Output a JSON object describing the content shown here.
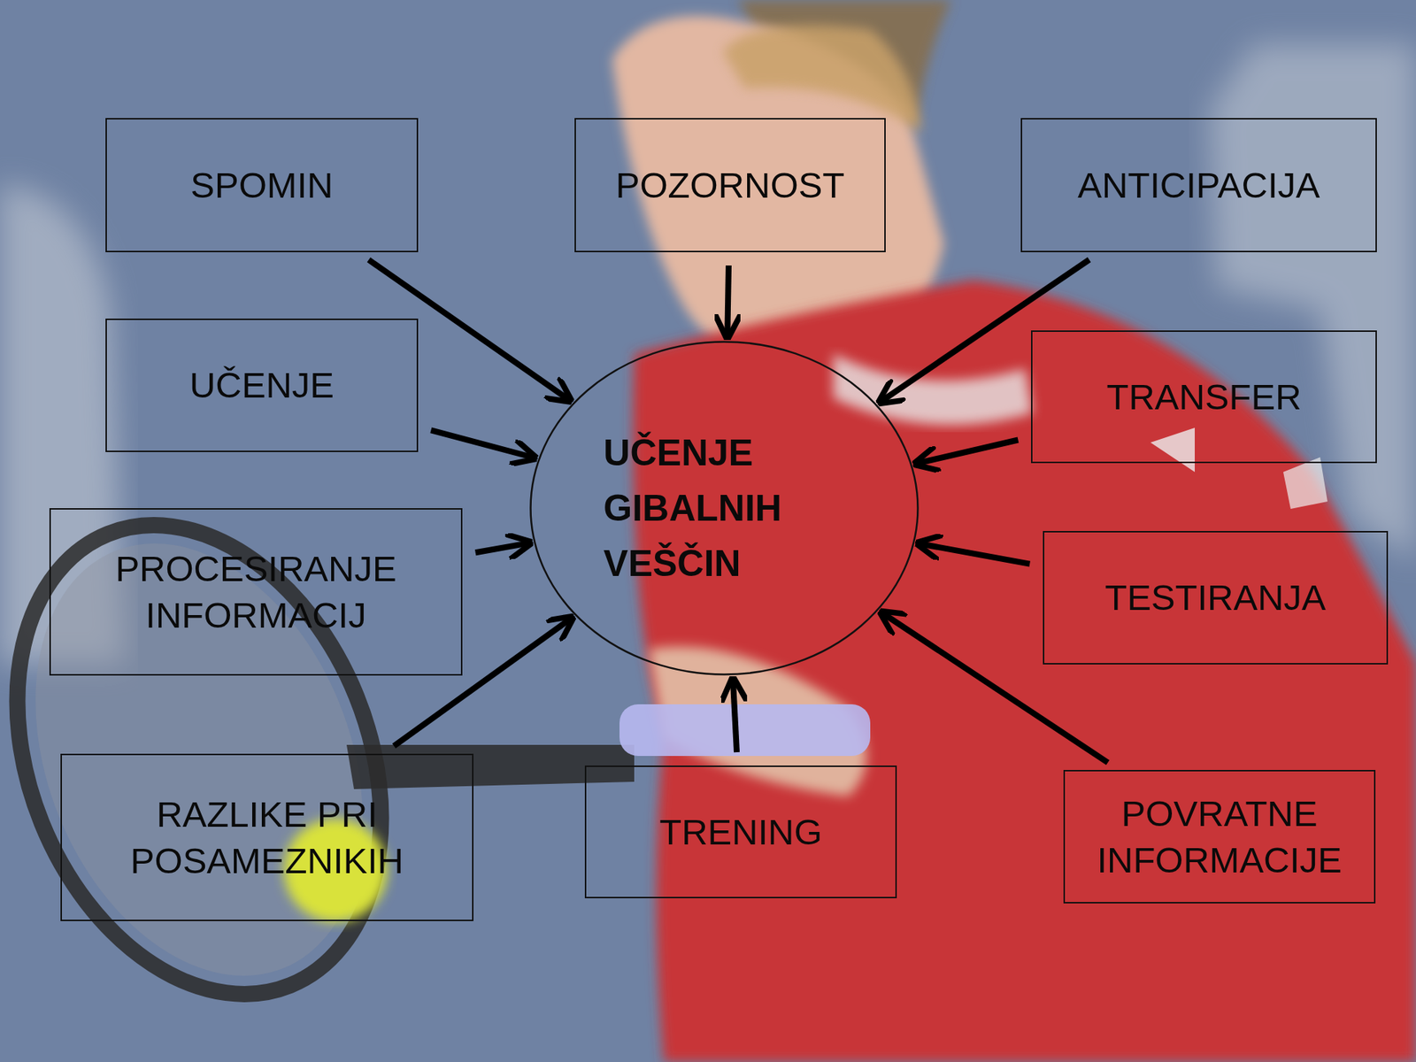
{
  "diagram": {
    "nodes": [
      {
        "text": [
          "SPOMIN"
        ]
      },
      {
        "text": [
          "POZORNOST"
        ]
      },
      {
        "text": [
          "ANTICIPACIJA"
        ]
      },
      {
        "text": [
          "UČENJE"
        ]
      },
      {
        "text": [
          "UČENJE GIBALNIH VEŠČIN"
        ]
      },
      {
        "text": [
          "TRANSFER"
        ]
      },
      {
        "text": [
          "PROCESIRANJE INFORMACIJ"
        ]
      },
      {
        "text": [
          "TESTIRANJA"
        ]
      },
      {
        "text": [
          "RAZLIKE PRI POSAMEZNIKIH"
        ]
      },
      {
        "text": [
          "TRENING"
        ]
      },
      {
        "text": [
          "POVRATNE INFORMACIJE"
        ]
      }
    ],
    "edges": [
      {
        "from": 0,
        "to": 4,
        "arrow": "to"
      },
      {
        "from": 1,
        "to": 4,
        "arrow": "to"
      },
      {
        "from": 2,
        "to": 4,
        "arrow": "to"
      },
      {
        "from": 3,
        "to": 4,
        "arrow": "to"
      },
      {
        "from": 5,
        "to": 4,
        "arrow": "to"
      },
      {
        "from": 6,
        "to": 4,
        "arrow": "to"
      },
      {
        "from": 7,
        "to": 4,
        "arrow": "to"
      },
      {
        "from": 8,
        "to": 4,
        "arrow": "to"
      },
      {
        "from": 9,
        "to": 4,
        "arrow": "to"
      },
      {
        "from": 10,
        "to": 4,
        "arrow": "to"
      }
    ]
  }
}
